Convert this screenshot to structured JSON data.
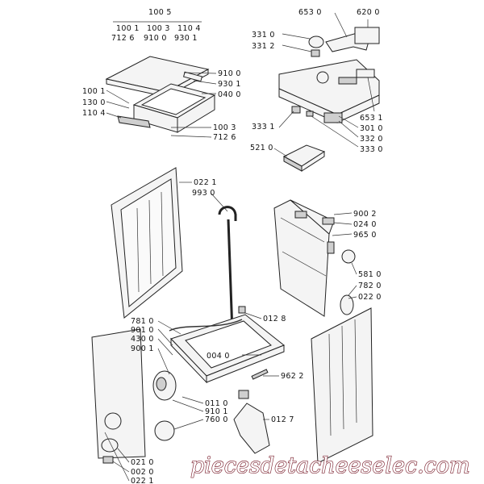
{
  "diagram": {
    "labels": {
      "p1005": "100 5",
      "p1001a": "100 1",
      "p1003a": "100 3",
      "p1104a": "110 4",
      "p7126a": "712 6",
      "p9100a": "910 0",
      "p9301a": "930 1",
      "p9100b": "910 0",
      "p9301b": "930 1",
      "p0400": "040 0",
      "p1001b": "100 1",
      "p1300": "130 0",
      "p1104b": "110 4",
      "p1003b": "100 3",
      "p7126b": "712 6",
      "p6530": "653 0",
      "p6200": "620 0",
      "p3310": "331 0",
      "p3312": "331 2",
      "p3331": "333 1",
      "p6531": "653 1",
      "p3010": "301 0",
      "p3320": "332 0",
      "p3330": "333 0",
      "p5210": "521 0",
      "p0221a": "022 1",
      "p9930": "993 0",
      "p9002": "900 2",
      "p0240": "024 0",
      "p9650": "965 0",
      "p5810": "581 0",
      "p7820": "782 0",
      "p0220": "022 0",
      "p7810": "781 0",
      "p9010": "901 0",
      "p4300": "430 0",
      "p9001": "900 1",
      "p0128": "012 8",
      "p0040": "004 0",
      "p9622": "962 2",
      "p0110": "011 0",
      "p9101": "910 1",
      "p7600": "760 0",
      "p0127": "012 7",
      "p0210": "021 0",
      "p0020": "002 0",
      "p0221b": "022 1"
    },
    "watermark": "piecesdetacheeselec.com",
    "part_icons": [
      "lid-icon",
      "control-panel-icon",
      "detergent-drawer-icon",
      "side-panel-icon",
      "drain-hose-icon",
      "cabinet-frame-icon",
      "base-frame-icon",
      "pump-icon",
      "front-panel-icon",
      "back-panel-icon",
      "filter-icon"
    ]
  }
}
